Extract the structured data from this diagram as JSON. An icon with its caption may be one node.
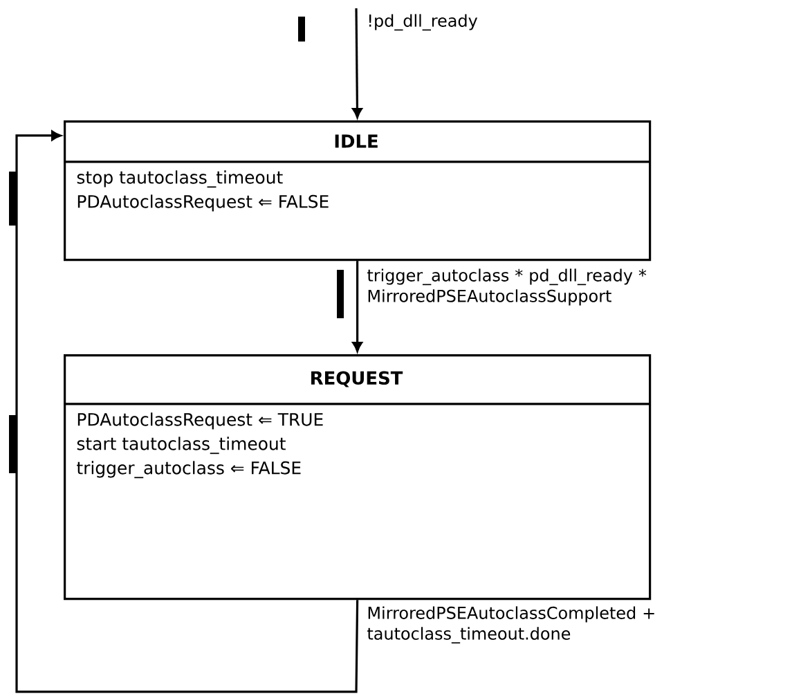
{
  "diagram": {
    "nodes": [
      {
        "text": [
          "IDLE",
          "stop tautoclass_timeout",
          "PDAutoclassRequest ⇐ FALSE"
        ]
      },
      {
        "text": [
          "REQUEST",
          "PDAutoclassRequest ⇐ TRUE",
          "start tautoclass_timeout",
          "trigger_autoclass ⇐ FALSE"
        ]
      }
    ],
    "edges": [
      {
        "from": null,
        "to": 0,
        "arrow": "to",
        "label": "!pd_dll_ready"
      },
      {
        "from": 0,
        "to": 1,
        "arrow": "to",
        "label": "trigger_autoclass * pd_dll_ready * MirroredPSEAutoclassSupport"
      },
      {
        "from": 1,
        "to": 0,
        "arrow": "to",
        "label": "MirroredPSEAutoclassCompleted + tautoclass_timeout.done"
      }
    ]
  }
}
